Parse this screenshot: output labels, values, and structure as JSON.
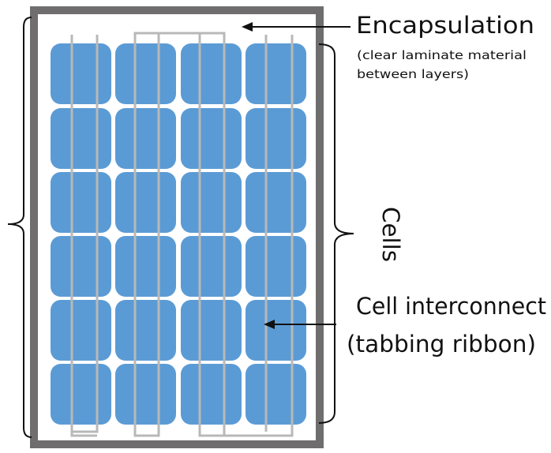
{
  "diagram": {
    "labels": {
      "encapsulation_title": "Encapsulation",
      "encapsulation_note_line1": "(clear laminate material",
      "encapsulation_note_line2": "between layers)",
      "cells": "Cells",
      "interconnect_line1": "Cell interconnect",
      "interconnect_line2": "(tabbing ribbon)"
    },
    "panel": {
      "rows": 6,
      "columns": 4,
      "frame_color": "#6f6d6e",
      "encapsulant_color": "#ffffff",
      "cell_color": "#5b9bd5",
      "ribbon_color": "#b8b8b8",
      "bracket_color": "#111111"
    }
  }
}
